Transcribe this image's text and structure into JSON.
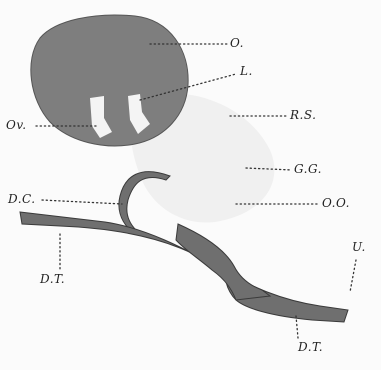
{
  "labels": {
    "O": "O.",
    "L": "L.",
    "Ov": "Ov.",
    "RS": "R.S.",
    "GG": "G.G.",
    "DC": "D.C.",
    "OO": "O.O.",
    "U": "U.",
    "DT_left": "D.T.",
    "DT_right": "D.T."
  },
  "colors": {
    "ovary_fill": "#7e7e7e",
    "duct_fill": "#6f6f6f",
    "duct_outline": "#3a3a3a",
    "shadow": "#e7e7e7",
    "oviduct_white": "#f4f4f4"
  }
}
